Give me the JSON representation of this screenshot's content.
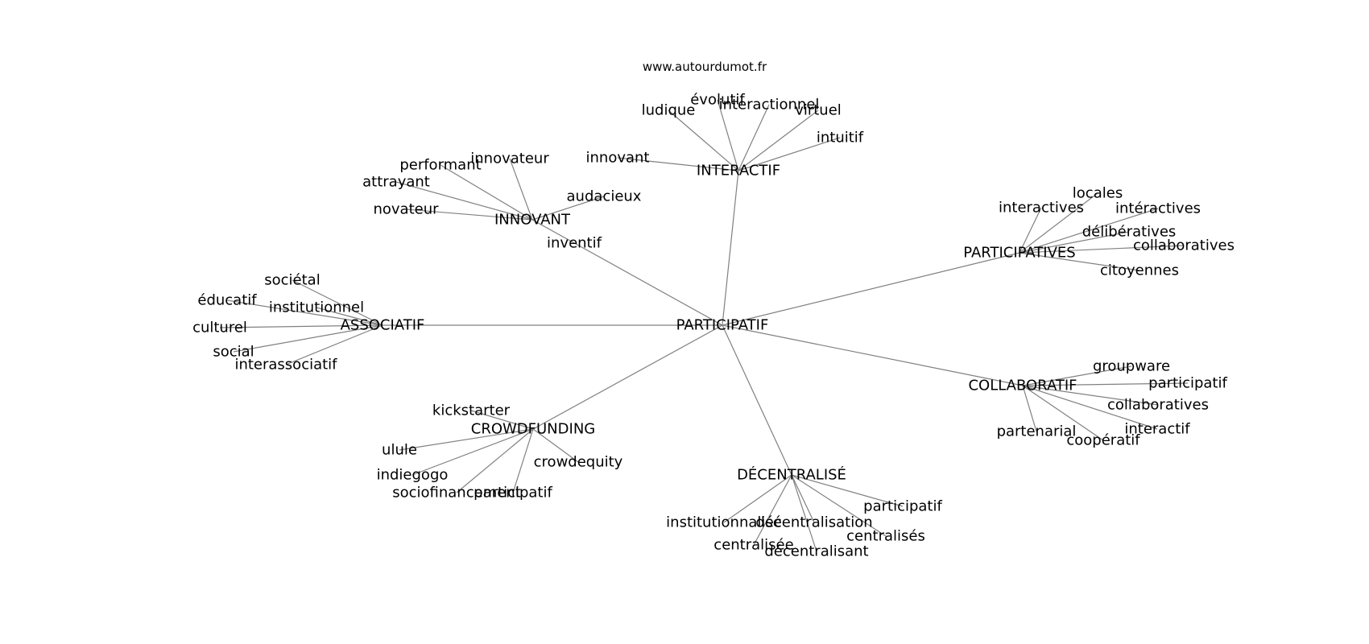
{
  "source": "www.autourdumot.fr",
  "colors": {
    "edge": "#808080",
    "text": "#000000",
    "background": "#ffffff"
  },
  "nodes": [
    {
      "id": "participatif_center",
      "label": "PARTICIPATIF"
    },
    {
      "id": "interactif",
      "label": "INTERACTIF"
    },
    {
      "id": "innovant",
      "label": "INNOVANT"
    },
    {
      "id": "associatif",
      "label": "ASSOCIATIF"
    },
    {
      "id": "crowdfunding",
      "label": "CROWDFUNDING"
    },
    {
      "id": "decentralise",
      "label": "DÉCENTRALISÉ"
    },
    {
      "id": "collaboratif",
      "label": "COLLABORATIF"
    },
    {
      "id": "participatives",
      "label": "PARTICIPATIVES"
    },
    {
      "id": "ludique",
      "label": "ludique"
    },
    {
      "id": "evolutif",
      "label": "évolutif"
    },
    {
      "id": "interactionnel",
      "label": "interactionnel"
    },
    {
      "id": "virtuel",
      "label": "virtuel"
    },
    {
      "id": "intuitif",
      "label": "intuitif"
    },
    {
      "id": "innovant_leaf",
      "label": "innovant"
    },
    {
      "id": "innovateur",
      "label": "innovateur"
    },
    {
      "id": "performant",
      "label": "performant"
    },
    {
      "id": "attrayant",
      "label": "attrayant"
    },
    {
      "id": "novateur",
      "label": "novateur"
    },
    {
      "id": "audacieux",
      "label": "audacieux"
    },
    {
      "id": "inventif",
      "label": "inventif"
    },
    {
      "id": "societal",
      "label": "sociétal"
    },
    {
      "id": "educatif",
      "label": "éducatif"
    },
    {
      "id": "institutionnel",
      "label": "institutionnel"
    },
    {
      "id": "culturel",
      "label": "culturel"
    },
    {
      "id": "social",
      "label": "social"
    },
    {
      "id": "interassociatif",
      "label": "interassociatif"
    },
    {
      "id": "kickstarter",
      "label": "kickstarter"
    },
    {
      "id": "ulule",
      "label": "ulule"
    },
    {
      "id": "indiegogo",
      "label": "indiegogo"
    },
    {
      "id": "sociofinancement",
      "label": "sociofinancement"
    },
    {
      "id": "participatif_cf",
      "label": "participatif"
    },
    {
      "id": "crowdequity",
      "label": "crowdequity"
    },
    {
      "id": "institutionnalise",
      "label": "institutionnalisé"
    },
    {
      "id": "decentralisation",
      "label": "décentralisation"
    },
    {
      "id": "centralisee",
      "label": "centralisée"
    },
    {
      "id": "decentralisant",
      "label": "décentralisant"
    },
    {
      "id": "centralises",
      "label": "centralisés"
    },
    {
      "id": "participatif_dec",
      "label": "participatif"
    },
    {
      "id": "groupware",
      "label": "groupware"
    },
    {
      "id": "participatif_col",
      "label": "participatif"
    },
    {
      "id": "collaboratives_col",
      "label": "collaboratives"
    },
    {
      "id": "interactif_col",
      "label": "interactif"
    },
    {
      "id": "cooperatif",
      "label": "coopératif"
    },
    {
      "id": "partenarial",
      "label": "partenarial"
    },
    {
      "id": "locales",
      "label": "locales"
    },
    {
      "id": "interactives",
      "label": "interactives"
    },
    {
      "id": "interactives_accent",
      "label": "intéractives"
    },
    {
      "id": "deliberatives",
      "label": "délibératives"
    },
    {
      "id": "collaboratives_part",
      "label": "collaboratives"
    },
    {
      "id": "citoyennes",
      "label": "citoyennes"
    }
  ],
  "edges": [
    [
      "participatif_center",
      "interactif"
    ],
    [
      "participatif_center",
      "innovant"
    ],
    [
      "participatif_center",
      "associatif"
    ],
    [
      "participatif_center",
      "crowdfunding"
    ],
    [
      "participatif_center",
      "decentralise"
    ],
    [
      "participatif_center",
      "collaboratif"
    ],
    [
      "participatif_center",
      "participatives"
    ],
    [
      "interactif",
      "ludique"
    ],
    [
      "interactif",
      "evolutif"
    ],
    [
      "interactif",
      "interactionnel"
    ],
    [
      "interactif",
      "virtuel"
    ],
    [
      "interactif",
      "intuitif"
    ],
    [
      "interactif",
      "innovant_leaf"
    ],
    [
      "innovant",
      "innovateur"
    ],
    [
      "innovant",
      "performant"
    ],
    [
      "innovant",
      "attrayant"
    ],
    [
      "innovant",
      "novateur"
    ],
    [
      "innovant",
      "audacieux"
    ],
    [
      "associatif",
      "societal"
    ],
    [
      "associatif",
      "educatif"
    ],
    [
      "associatif",
      "institutionnel"
    ],
    [
      "associatif",
      "culturel"
    ],
    [
      "associatif",
      "social"
    ],
    [
      "associatif",
      "interassociatif"
    ],
    [
      "crowdfunding",
      "kickstarter"
    ],
    [
      "crowdfunding",
      "ulule"
    ],
    [
      "crowdfunding",
      "indiegogo"
    ],
    [
      "crowdfunding",
      "sociofinancement"
    ],
    [
      "crowdfunding",
      "participatif_cf"
    ],
    [
      "crowdfunding",
      "crowdequity"
    ],
    [
      "decentralise",
      "institutionnalise"
    ],
    [
      "decentralise",
      "decentralisation"
    ],
    [
      "decentralise",
      "centralisee"
    ],
    [
      "decentralise",
      "decentralisant"
    ],
    [
      "decentralise",
      "centralises"
    ],
    [
      "decentralise",
      "participatif_dec"
    ],
    [
      "collaboratif",
      "groupware"
    ],
    [
      "collaboratif",
      "participatif_col"
    ],
    [
      "collaboratif",
      "collaboratives_col"
    ],
    [
      "collaboratif",
      "interactif_col"
    ],
    [
      "collaboratif",
      "cooperatif"
    ],
    [
      "collaboratif",
      "partenarial"
    ],
    [
      "participatives",
      "locales"
    ],
    [
      "participatives",
      "interactives"
    ],
    [
      "participatives",
      "interactives_accent"
    ],
    [
      "participatives",
      "deliberatives"
    ],
    [
      "participatives",
      "collaboratives_part"
    ],
    [
      "participatives",
      "citoyennes"
    ]
  ]
}
